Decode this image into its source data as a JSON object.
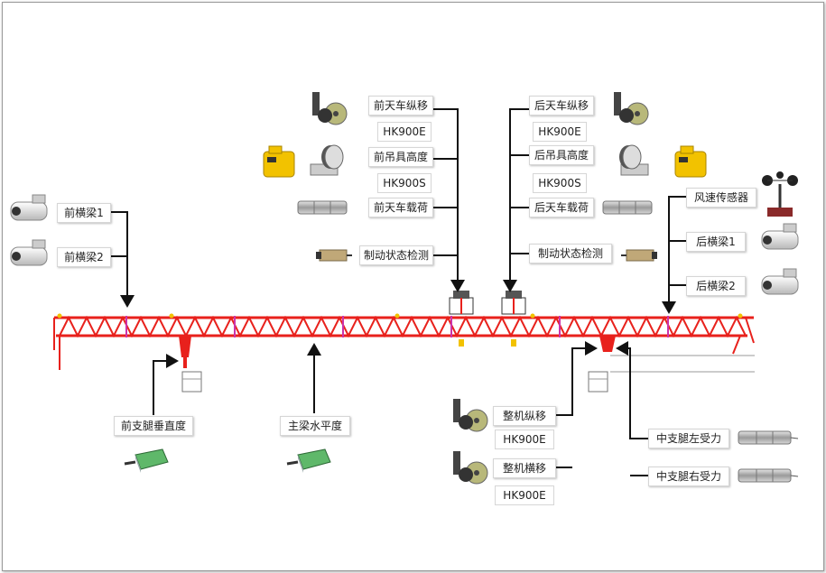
{
  "labels": {
    "front_beam_1": "前横梁1",
    "front_beam_2": "前横梁2",
    "front_trolley_long": "前天车纵移",
    "front_model_1": "HK900E",
    "front_hoist_height": "前吊具高度",
    "front_model_2": "HK900S",
    "front_trolley_load": "前天车载荷",
    "front_brake": "制动状态检测",
    "rear_trolley_long": "后天车纵移",
    "rear_model_1": "HK900E",
    "rear_hoist_height": "后吊具高度",
    "rear_model_2": "HK900S",
    "rear_trolley_load": "后天车载荷",
    "rear_brake": "制动状态检测",
    "wind_sensor": "风速传感器",
    "rear_beam_1": "后横梁1",
    "rear_beam_2": "后横梁2",
    "front_leg_vertical": "前支腿垂直度",
    "main_beam_level": "主梁水平度",
    "whole_long": "整机纵移",
    "whole_model_1": "HK900E",
    "whole_trans": "整机横移",
    "whole_model_2": "HK900E",
    "mid_leg_left": "中支腿左受力",
    "mid_leg_right": "中支腿右受力"
  },
  "colors": {
    "truss": "#e8211c",
    "arrow": "#111111",
    "sensor_yellow": "#f2c200",
    "load_cell": "#b9b9b9",
    "inclinometer": "#5fb86a"
  },
  "icons": [
    "camera-icon",
    "encoder-icon",
    "limit-switch-icon",
    "load-cell-icon",
    "proximity-sensor-icon",
    "anemometer-icon",
    "inclinometer-icon"
  ]
}
